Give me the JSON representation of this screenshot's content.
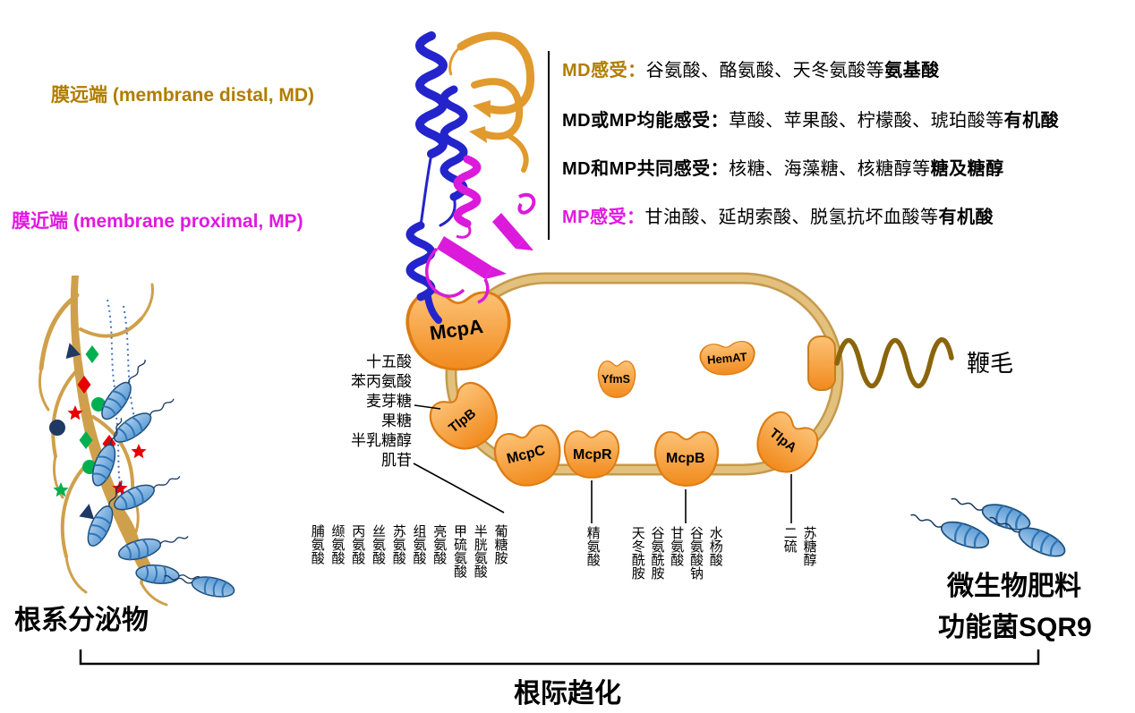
{
  "figure": {
    "domain_labels": {
      "md": "膜远端 (membrane distal, MD)",
      "mp": "膜近端 (membrane proximal, MP)"
    },
    "sensing": [
      {
        "prefix": "MD感受：",
        "color": "#B07D00",
        "body": "谷氨酸、酪氨酸、天冬氨酸等",
        "suffix": "氨基酸"
      },
      {
        "prefix": "MD或MP均能感受：",
        "color": "#000000",
        "body": "草酸、苹果酸、柠檬酸、琥珀酸等",
        "suffix": "有机酸"
      },
      {
        "prefix": "MD和MP共同感受：",
        "color": "#000000",
        "body": "核糖、海藻糖、核糖醇等",
        "suffix": "糖及糖醇"
      },
      {
        "prefix": "MP感受：",
        "color": "#E019E0",
        "body": "甘油酸、延胡索酸、脱氢抗坏血酸等",
        "suffix": "有机酸"
      }
    ],
    "receptors": {
      "mcpA": "McpA",
      "tlpB": "TlpB",
      "mcpC": "McpC",
      "mcpR": "McpR",
      "mcpB": "McpB",
      "tlpA": "TlpA",
      "yfmS": "YfmS",
      "hemAT": "HemAT"
    },
    "ligands": {
      "tlpB": [
        "十五酸",
        "苯丙氨酸",
        "麦芽糖",
        "果糖",
        "半乳糖醇",
        "肌苷"
      ],
      "mcpC": [
        "脯氨酸",
        "缬氨酸",
        "丙氨酸",
        "丝氨酸",
        "苏氨酸",
        "组氨酸",
        "亮氨酸",
        "甲硫氨酸",
        "半胱氨酸",
        "葡糖胺"
      ],
      "mcpR": [
        "精氨酸"
      ],
      "mcpB": [
        "天冬酰胺",
        "谷氨酰胺",
        "甘氨酸",
        "谷氨酸钠",
        "水杨酸"
      ],
      "tlpA": [
        "二硫",
        "苏糖醇"
      ]
    },
    "labels": {
      "flagellum": "鞭毛",
      "root_exudates": "根系分泌物",
      "fertilizer_line1": "微生物肥料",
      "fertilizer_line2": "功能菌SQR9",
      "bottom_caption": "根际趋化"
    },
    "colors": {
      "md_accent": "#B07D00",
      "mp_accent": "#E019E0",
      "receptor_orange": "#F6921E",
      "membrane_tan": "#DCB66C",
      "flagellum_brown": "#8A650B",
      "bacterium_blue": "#5B9BD5",
      "root_brown": "#CFA04B",
      "protein_blue": "#2424CC",
      "protein_gold": "#E09A2D",
      "protein_magenta": "#DB1ADB"
    }
  }
}
